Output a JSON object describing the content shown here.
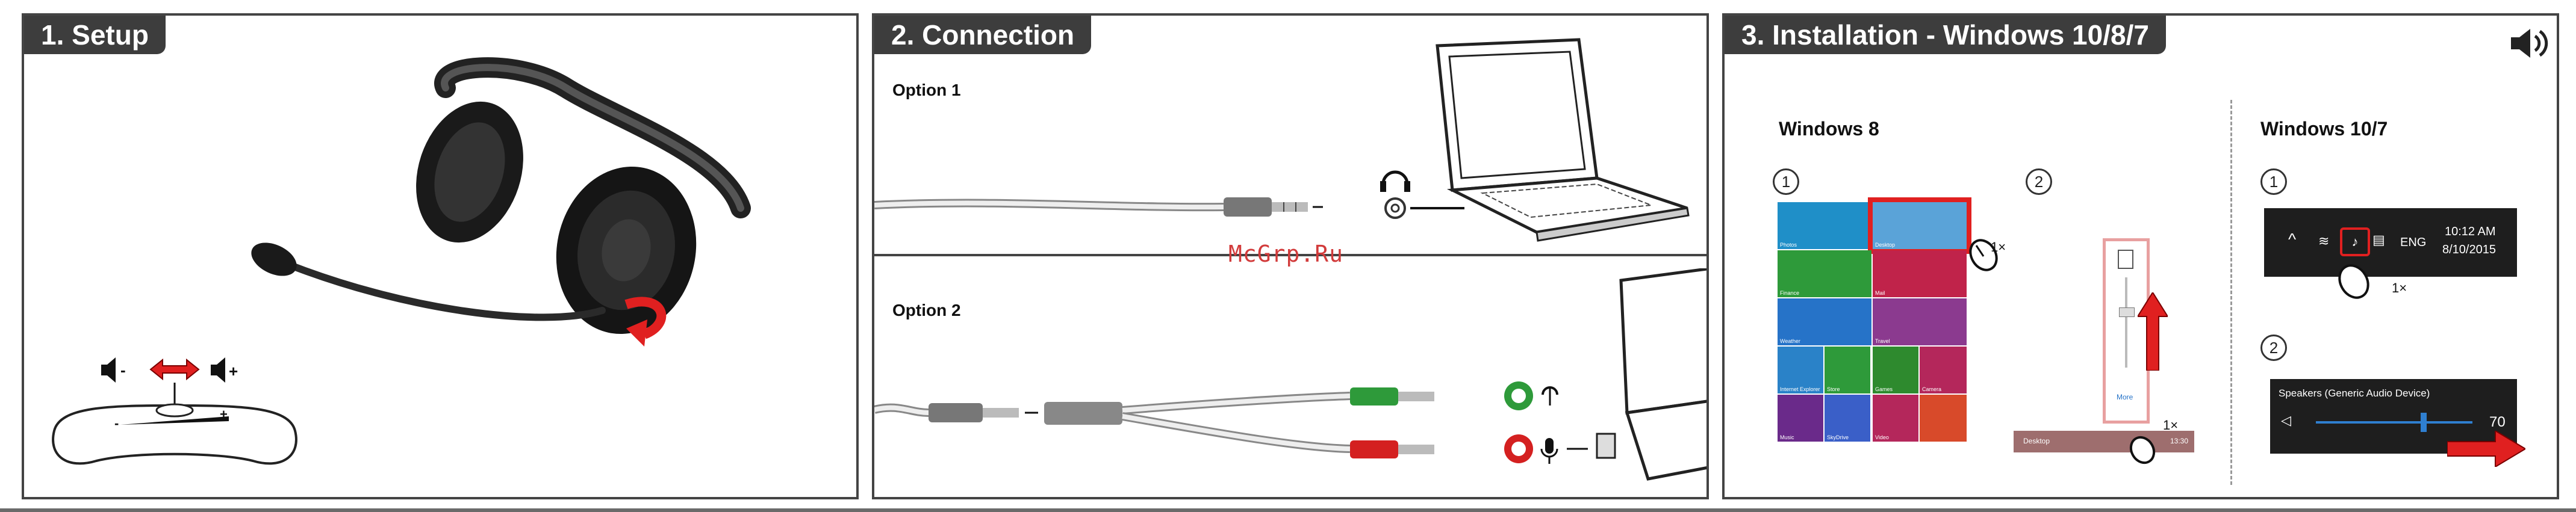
{
  "panels": {
    "setup": {
      "title": "1. Setup"
    },
    "connection": {
      "title": "2. Connection",
      "option1": "Option 1",
      "option2": "Option 2"
    },
    "installation": {
      "title": "3. Installation - Windows 10/8/7",
      "win8": {
        "heading": "Windows 8",
        "step1": "1",
        "step2": "2",
        "click1": "1×",
        "click2": "1×",
        "tiles": [
          "Photos",
          "Desktop",
          "Mail",
          "Weather",
          "Internet Explorer",
          "Store",
          "Games",
          "Camera",
          "Music",
          "SkyDrive",
          "Video",
          "Travel",
          "Finance"
        ],
        "mixer_more": "More",
        "taskbar_label": "Desktop",
        "taskbar_time": "13:30"
      },
      "win10": {
        "heading": "Windows 10/7",
        "step1": "1",
        "step2": "2",
        "lang": "ENG",
        "time": "10:12 AM",
        "date": "8/10/2015",
        "click": "1×",
        "device": "Speakers (Generic Audio Device)",
        "volume": "70"
      }
    }
  },
  "watermark": "McGrp.Ru",
  "volume_control": {
    "minus": "-",
    "plus": "+"
  },
  "colors": {
    "accent_red": "#e02020",
    "panel_header": "#3d3d3d",
    "jack_green": "#2e9a3a",
    "jack_red": "#d42020"
  }
}
